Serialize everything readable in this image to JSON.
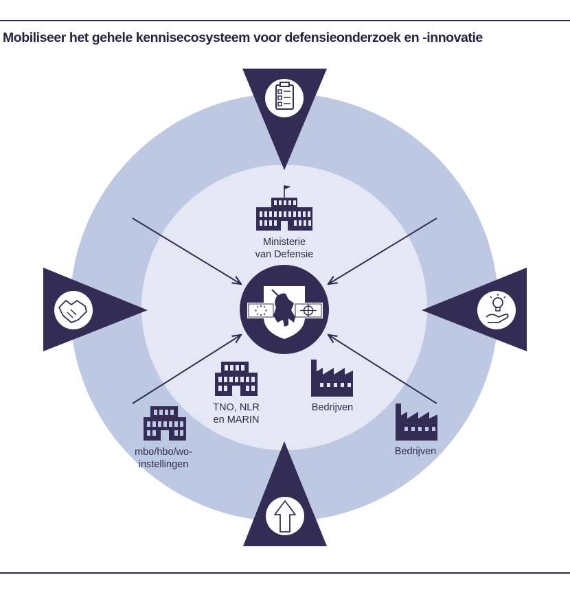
{
  "title": "Mobiliseer het gehele kennisecosysteem voor defensieonderzoek en -innovatie",
  "colors": {
    "dark": "#332c54",
    "outer_ring": "#bdc8e3",
    "inner_circle": "#e5e8f4",
    "white": "#ffffff"
  },
  "nodes": {
    "ministerie": {
      "line1": "Ministerie",
      "line2": "van Defensie",
      "icon": "government-building-flag-icon"
    },
    "tno": {
      "line1": "TNO, NLR",
      "line2": "en MARIN",
      "icon": "building-icon"
    },
    "bedrijven_inner": {
      "label": "Bedrijven",
      "icon": "factory-icon"
    },
    "onderwijs": {
      "line1": "mbo/hbo/wo-",
      "line2": "instellingen",
      "icon": "school-building-icon"
    },
    "bedrijven_outer": {
      "label": "Bedrijven",
      "icon": "factory-icon"
    }
  },
  "center_icon": "defence-emblem-eu-nato-icon",
  "triangle_icons": [
    "checklist-icon",
    "innovation-idea-icon",
    "growth-arrow-icon",
    "handshake-icon"
  ]
}
